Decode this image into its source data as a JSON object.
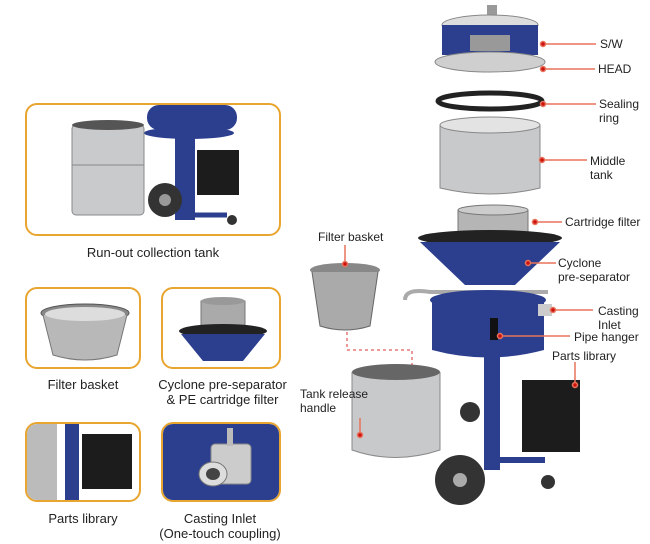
{
  "colors": {
    "accent_border": "#e8a530",
    "leader_line": "#e8735a",
    "leader_dot": "#cc1111",
    "body_blue": "#2c3f8f"
  },
  "left_panels": [
    {
      "caption": "Run-out collection tank"
    },
    {
      "caption": "Filter basket"
    },
    {
      "caption_line1": "Cyclone pre-separator",
      "caption_line2": "& PE cartridge filter"
    },
    {
      "caption": "Parts library"
    },
    {
      "caption_line1": "Casting Inlet",
      "caption_line2": "(One-touch coupling)"
    }
  ],
  "callouts": {
    "sw": "S/W",
    "head": "HEAD",
    "sealing_ring": [
      "Sealing",
      "ring"
    ],
    "middle_tank": [
      "Middle",
      "tank"
    ],
    "cartridge_filter": "Cartridge filter",
    "cyclone": [
      "Cyclone",
      "pre-separator"
    ],
    "casting_inlet": [
      "Casting",
      "Inlet"
    ],
    "pipe_hanger": "Pipe hanger",
    "parts_library": "Parts library",
    "filter_basket": "Filter basket",
    "tank_release_handle": [
      "Tank release",
      "handle"
    ]
  }
}
